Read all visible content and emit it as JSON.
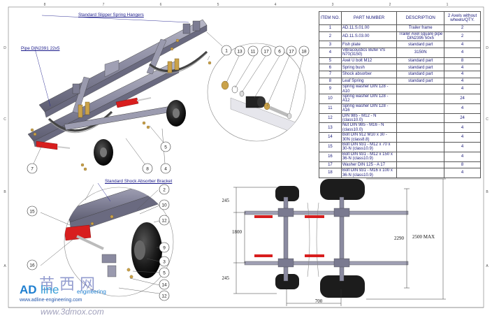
{
  "titles": {
    "slipper": "Standard Slipper Spring Hangers",
    "pipe": "Pipe DIN2391 22x5",
    "shock": "Standard Shock Absorber Bracket"
  },
  "bom": {
    "headers": [
      "ITEM NO.",
      "PART NUMBER",
      "DESCRIPTION",
      "2 Axels without wheels/QTY."
    ],
    "rows": [
      [
        "1",
        "AD.11.S.01.00",
        "Trailer frame",
        "2"
      ],
      [
        "2",
        "AD.11.S.03.00",
        "Trailer Axel square pipe DIN2395 50x5",
        "2"
      ],
      [
        "3",
        "Fish plate",
        "standard part",
        "4"
      ],
      [
        "4",
        "Vibracoustics Bufer VS N70(3150)",
        "3150N",
        "4"
      ],
      [
        "5",
        "Axel U bolt M12",
        "standard part",
        "8"
      ],
      [
        "6",
        "Spring bush",
        "standard part",
        "4"
      ],
      [
        "7",
        "Shock absorber",
        "standard part",
        "4"
      ],
      [
        "8",
        "Leaf Spring",
        "standard part",
        "4"
      ],
      [
        "9",
        "Spring washer DIN 128 - A10",
        "",
        "4"
      ],
      [
        "10",
        "Spring washer DIN 128 - A12",
        "",
        "24"
      ],
      [
        "11",
        "Spring washer DIN 128 - A16",
        "",
        "4"
      ],
      [
        "12",
        "DIN 985 - M12 - N (class10.0)",
        "",
        "24"
      ],
      [
        "13",
        "Nut DIN 985 - M16 - N (class10.0)",
        "",
        "4"
      ],
      [
        "14",
        "Bolt DIN 912 M10 x 30 - 30N (class8.8)",
        "",
        "4"
      ],
      [
        "15",
        "Bolt DIN 931 - M12 x 70 x 30-N (class10.9)",
        "",
        "4"
      ],
      [
        "16",
        "Bolt DIN 931 - M12 x 150 x 36-N (class10.9)",
        "",
        "4"
      ],
      [
        "17",
        "Washer DIN 125 - A 17",
        "",
        "8"
      ],
      [
        "18",
        "Bolt DIN 931 - M16 x 100 x 36-N (class10.9)",
        "",
        "4"
      ]
    ]
  },
  "border": {
    "columns": [
      "8",
      "7",
      "6",
      "5",
      "4",
      "3",
      "2",
      "1"
    ],
    "rows": [
      "D",
      "C",
      "B",
      "A"
    ]
  },
  "callouts": {
    "top": [
      "1",
      "13",
      "11",
      "17",
      "6",
      "17",
      "18"
    ],
    "left_top": [
      "7"
    ],
    "under_axle": [
      "5",
      "8",
      "4"
    ],
    "lower_left": [
      "15",
      "16"
    ],
    "lower_right": [
      "2",
      "10",
      "12",
      "9",
      "3",
      "5",
      "14",
      "12"
    ]
  },
  "dimensions": {
    "left_top": "245",
    "left_total": "1800",
    "left_bottom": "245",
    "track": "2290",
    "overall": "2500 MAX",
    "wheel": "700"
  },
  "watermark": {
    "logo_prefix": "AD",
    "logo_suffix": "line",
    "logo_tag": "engineering",
    "chinese": "苗 西 网",
    "site": "www.adline-engineering.com",
    "site2": "www.3dmox.com"
  },
  "colors": {
    "frame": "#8a8aa0",
    "red": "#d81e1e",
    "label": "#1a1a8a",
    "tire": "#1c1c1c"
  }
}
